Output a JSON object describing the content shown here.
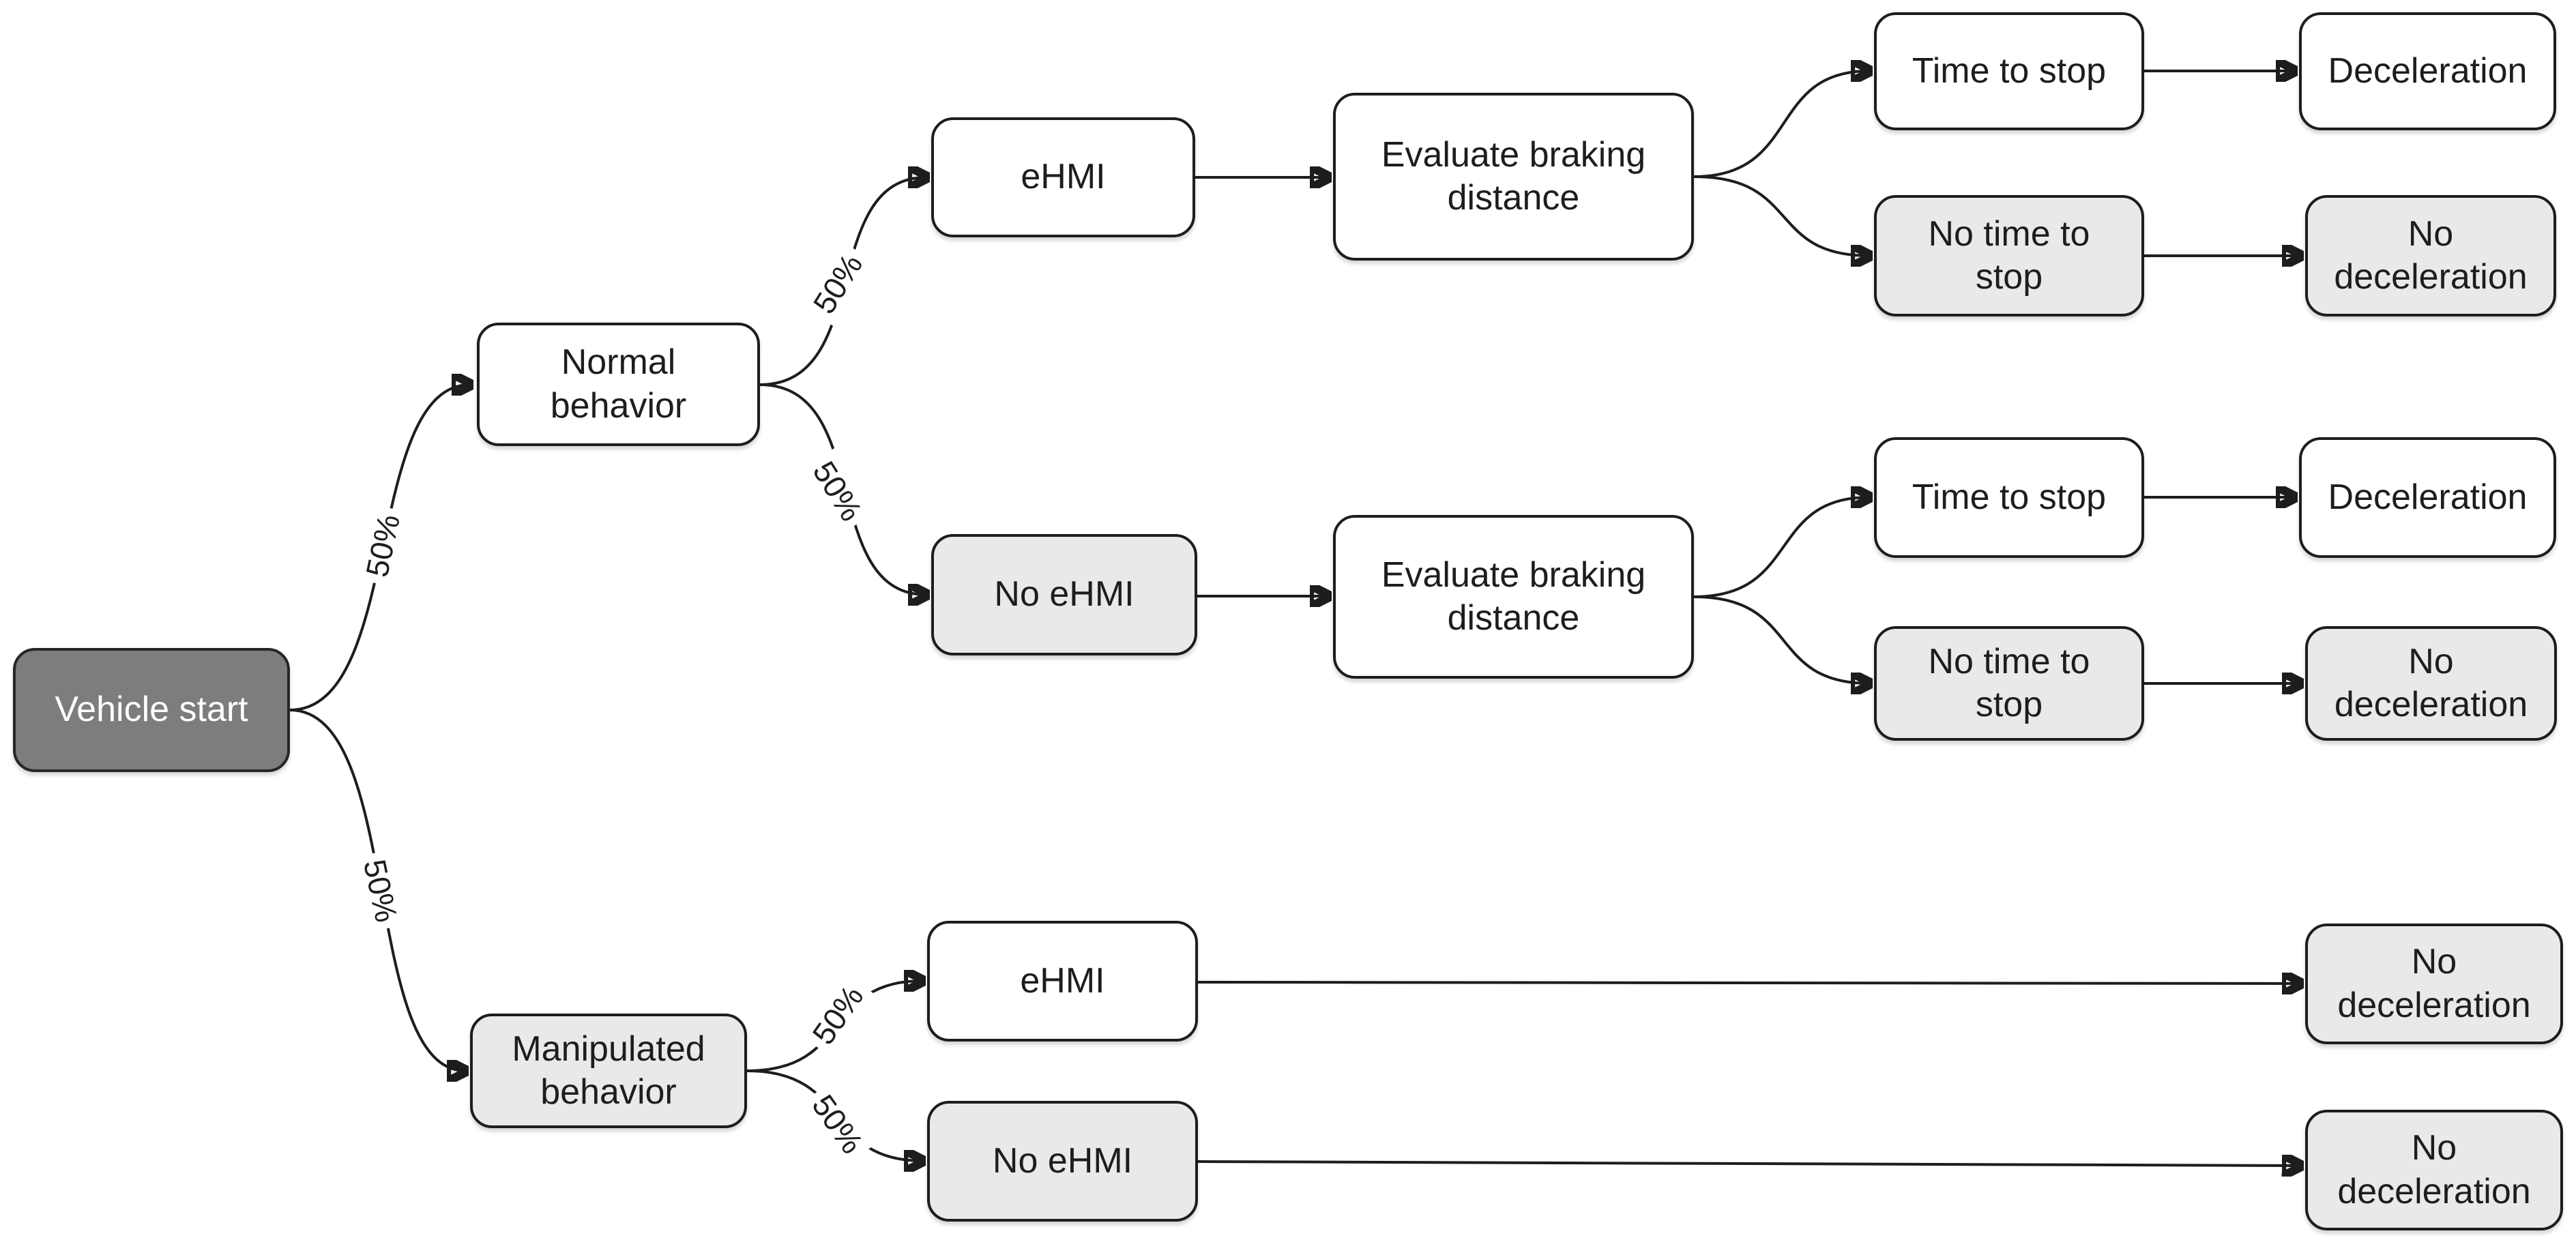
{
  "diagram": {
    "type": "decision-tree",
    "colors": {
      "background": "#ffffff",
      "node_border": "#1d1d1d",
      "edge_line": "#1d1d1d",
      "start_node_fill": "#7d7d7d",
      "start_node_text": "#ffffff",
      "shaded_node_fill": "#e9e9e9",
      "plain_node_fill": "#ffffff",
      "text": "#1d1d1d"
    },
    "nodes": [
      {
        "id": "vehicle-start",
        "label": "Vehicle start",
        "fill": "dark"
      },
      {
        "id": "normal-behavior",
        "label": "Normal\nbehavior",
        "fill": "white"
      },
      {
        "id": "manipulated-behavior",
        "label": "Manipulated\nbehavior",
        "fill": "light"
      },
      {
        "id": "ehmi-normal",
        "label": "eHMI",
        "fill": "white"
      },
      {
        "id": "no-ehmi-normal",
        "label": "No eHMI",
        "fill": "light"
      },
      {
        "id": "evaluate-braking-distance-normal-ehmi",
        "label": "Evaluate braking\ndistance",
        "fill": "white"
      },
      {
        "id": "evaluate-braking-distance-normal-no-ehmi",
        "label": "Evaluate braking\ndistance",
        "fill": "white"
      },
      {
        "id": "time-to-stop-ehmi",
        "label": "Time to stop",
        "fill": "white"
      },
      {
        "id": "no-time-to-stop-ehmi",
        "label": "No time to\nstop",
        "fill": "light"
      },
      {
        "id": "time-to-stop-no-ehmi",
        "label": "Time to stop",
        "fill": "white"
      },
      {
        "id": "no-time-to-stop-no-ehmi",
        "label": "No time to\nstop",
        "fill": "light"
      },
      {
        "id": "deceleration-ehmi",
        "label": "Deceleration",
        "fill": "white"
      },
      {
        "id": "no-deceleration-ehmi",
        "label": "No\ndeceleration",
        "fill": "light"
      },
      {
        "id": "deceleration-no-ehmi",
        "label": "Deceleration",
        "fill": "white"
      },
      {
        "id": "no-deceleration-no-ehmi",
        "label": "No\ndeceleration",
        "fill": "light"
      },
      {
        "id": "ehmi-manipulated",
        "label": "eHMI",
        "fill": "white"
      },
      {
        "id": "no-ehmi-manipulated",
        "label": "No eHMI",
        "fill": "light"
      },
      {
        "id": "no-deceleration-manipulated-ehmi",
        "label": "No\ndeceleration",
        "fill": "light"
      },
      {
        "id": "no-deceleration-manipulated-no-ehmi",
        "label": "No\ndeceleration",
        "fill": "light"
      }
    ],
    "edges": [
      {
        "from": "vehicle-start",
        "to": "normal-behavior",
        "label": "50%"
      },
      {
        "from": "vehicle-start",
        "to": "manipulated-behavior",
        "label": "50%"
      },
      {
        "from": "normal-behavior",
        "to": "ehmi-normal",
        "label": "50%"
      },
      {
        "from": "normal-behavior",
        "to": "no-ehmi-normal",
        "label": "50%"
      },
      {
        "from": "manipulated-behavior",
        "to": "ehmi-manipulated",
        "label": "50%"
      },
      {
        "from": "manipulated-behavior",
        "to": "no-ehmi-manipulated",
        "label": "50%"
      },
      {
        "from": "ehmi-normal",
        "to": "evaluate-braking-distance-normal-ehmi"
      },
      {
        "from": "no-ehmi-normal",
        "to": "evaluate-braking-distance-normal-no-ehmi"
      },
      {
        "from": "evaluate-braking-distance-normal-ehmi",
        "to": "time-to-stop-ehmi"
      },
      {
        "from": "evaluate-braking-distance-normal-ehmi",
        "to": "no-time-to-stop-ehmi"
      },
      {
        "from": "evaluate-braking-distance-normal-no-ehmi",
        "to": "time-to-stop-no-ehmi"
      },
      {
        "from": "evaluate-braking-distance-normal-no-ehmi",
        "to": "no-time-to-stop-no-ehmi"
      },
      {
        "from": "time-to-stop-ehmi",
        "to": "deceleration-ehmi"
      },
      {
        "from": "no-time-to-stop-ehmi",
        "to": "no-deceleration-ehmi"
      },
      {
        "from": "time-to-stop-no-ehmi",
        "to": "deceleration-no-ehmi"
      },
      {
        "from": "no-time-to-stop-no-ehmi",
        "to": "no-deceleration-no-ehmi"
      },
      {
        "from": "ehmi-manipulated",
        "to": "no-deceleration-manipulated-ehmi"
      },
      {
        "from": "no-ehmi-manipulated",
        "to": "no-deceleration-manipulated-no-ehmi"
      }
    ]
  }
}
